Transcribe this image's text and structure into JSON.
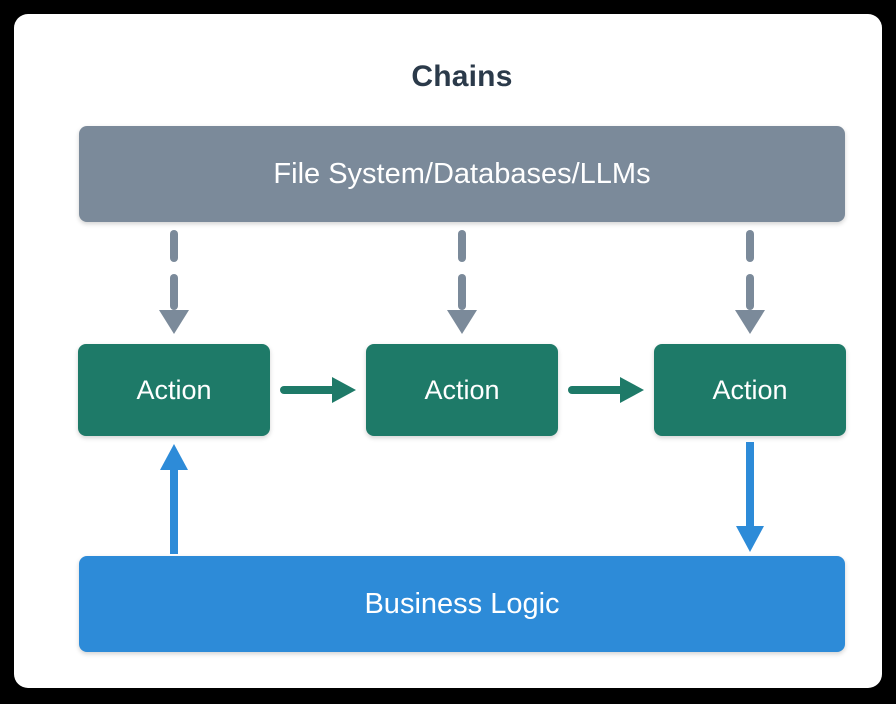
{
  "diagram": {
    "title": "Chains",
    "title_color": "#2b3a4a",
    "background_color": "#000000",
    "panel_color": "#ffffff",
    "nodes": [
      {
        "id": "resources",
        "label": "File System/Databases/LLMs",
        "color": "#7b8a9a",
        "text_color": "#ffffff"
      },
      {
        "id": "action-1",
        "label": "Action",
        "color": "#1e7a68",
        "text_color": "#ffffff"
      },
      {
        "id": "action-2",
        "label": "Action",
        "color": "#1e7a68",
        "text_color": "#ffffff"
      },
      {
        "id": "action-3",
        "label": "Action",
        "color": "#1e7a68",
        "text_color": "#ffffff"
      },
      {
        "id": "business-logic",
        "label": "Business Logic",
        "color": "#2d8bd8",
        "text_color": "#ffffff"
      }
    ],
    "edges": [
      {
        "id": "dashed-arrow-1",
        "from": "resources",
        "to": "action-1",
        "style": "dashed",
        "direction": "down",
        "color": "#7b8a9a"
      },
      {
        "id": "dashed-arrow-2",
        "from": "resources",
        "to": "action-2",
        "style": "dashed",
        "direction": "down",
        "color": "#7b8a9a"
      },
      {
        "id": "dashed-arrow-3",
        "from": "resources",
        "to": "action-3",
        "style": "dashed",
        "direction": "down",
        "color": "#7b8a9a"
      },
      {
        "id": "h-arrow-1",
        "from": "action-1",
        "to": "action-2",
        "style": "solid",
        "direction": "right",
        "color": "#1e7a68"
      },
      {
        "id": "h-arrow-2",
        "from": "action-2",
        "to": "action-3",
        "style": "solid",
        "direction": "right",
        "color": "#1e7a68"
      },
      {
        "id": "blue-arrow-up",
        "from": "business-logic",
        "to": "action-1",
        "style": "solid",
        "direction": "up",
        "color": "#2d8bd8"
      },
      {
        "id": "blue-arrow-down",
        "from": "action-3",
        "to": "business-logic",
        "style": "solid",
        "direction": "down",
        "color": "#2d8bd8"
      }
    ]
  }
}
